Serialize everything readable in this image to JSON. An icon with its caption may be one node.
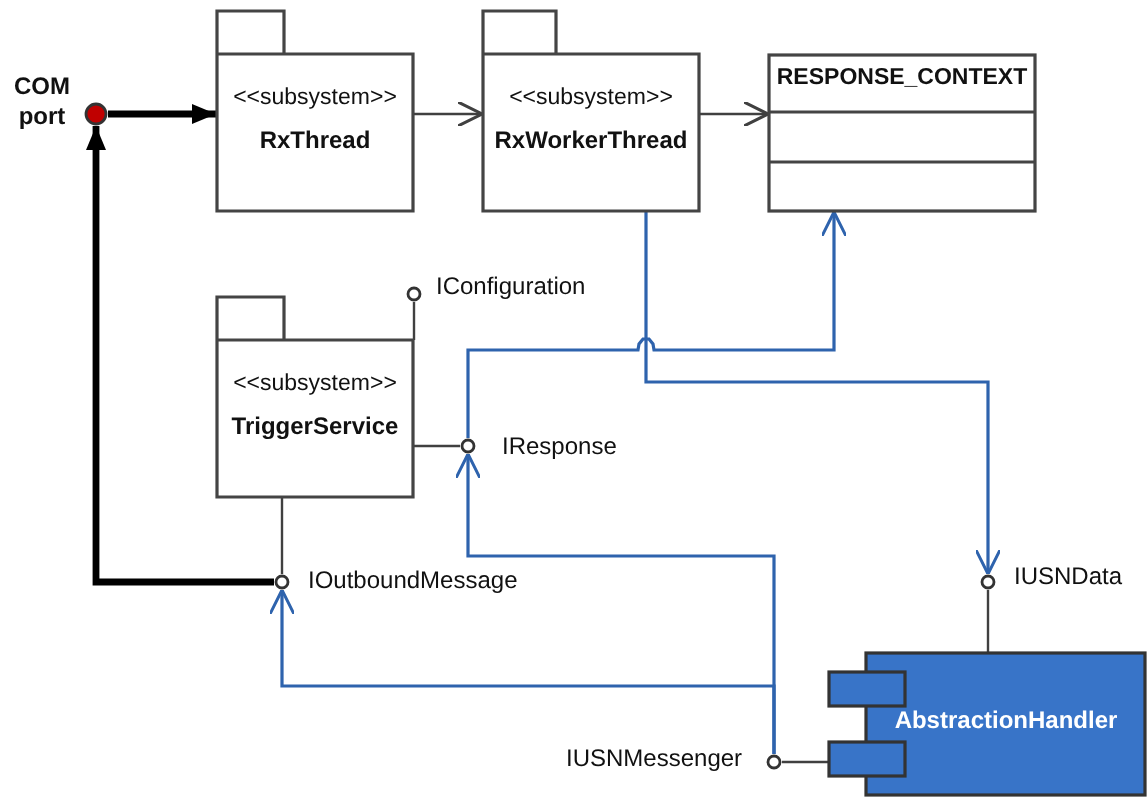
{
  "diagram": {
    "nodes": [
      {
        "text": [],
        "shape": "circle",
        "beside": [
          "COM port"
        ]
      },
      {
        "text": [
          "<<subsystem>>",
          "RxThread"
        ]
      },
      {
        "text": [
          "<<subsystem>>",
          "RxWorkerThread"
        ]
      },
      {
        "text": [
          "RESPONSE_CONTEXT"
        ]
      },
      {
        "text": [
          "<<subsystem>>",
          "TriggerService"
        ]
      },
      {
        "text": [],
        "shape": "circle",
        "beside": [
          "IConfiguration"
        ]
      },
      {
        "text": [],
        "shape": "circle",
        "beside": [
          "IResponse"
        ]
      },
      {
        "text": [],
        "shape": "circle",
        "beside": [
          "IOutboundMessage"
        ]
      },
      {
        "text": [],
        "shape": "circle",
        "beside": [
          "IUSNData"
        ]
      },
      {
        "text": [
          "AbstractionHandler"
        ]
      },
      {
        "text": [],
        "shape": "circle",
        "beside": [
          "IUSNMessenger"
        ]
      }
    ],
    "edges": [
      {
        "from": 0,
        "to": 1,
        "arrow": "to",
        "style": "thick"
      },
      {
        "from": 1,
        "to": 2,
        "arrow": "to"
      },
      {
        "from": 2,
        "to": 3,
        "arrow": "to"
      },
      {
        "from": 4,
        "to": 5,
        "arrow": "none"
      },
      {
        "from": 4,
        "to": 6,
        "arrow": "none"
      },
      {
        "from": 4,
        "to": 7,
        "arrow": "none"
      },
      {
        "from": 7,
        "to": 0,
        "arrow": "to",
        "style": "thick"
      },
      {
        "from": 2,
        "to": 8,
        "arrow": "to",
        "color": "#2e63ad"
      },
      {
        "from": 9,
        "to": 8,
        "arrow": "none"
      },
      {
        "from": 9,
        "to": 10,
        "arrow": "none"
      },
      {
        "from": 10,
        "to": 6,
        "arrow": "to",
        "color": "#2e63ad"
      },
      {
        "from": 10,
        "to": 7,
        "arrow": "to",
        "color": "#2e63ad"
      },
      {
        "from": 6,
        "to": 3,
        "arrow": "to",
        "color": "#2e63ad"
      }
    ]
  }
}
